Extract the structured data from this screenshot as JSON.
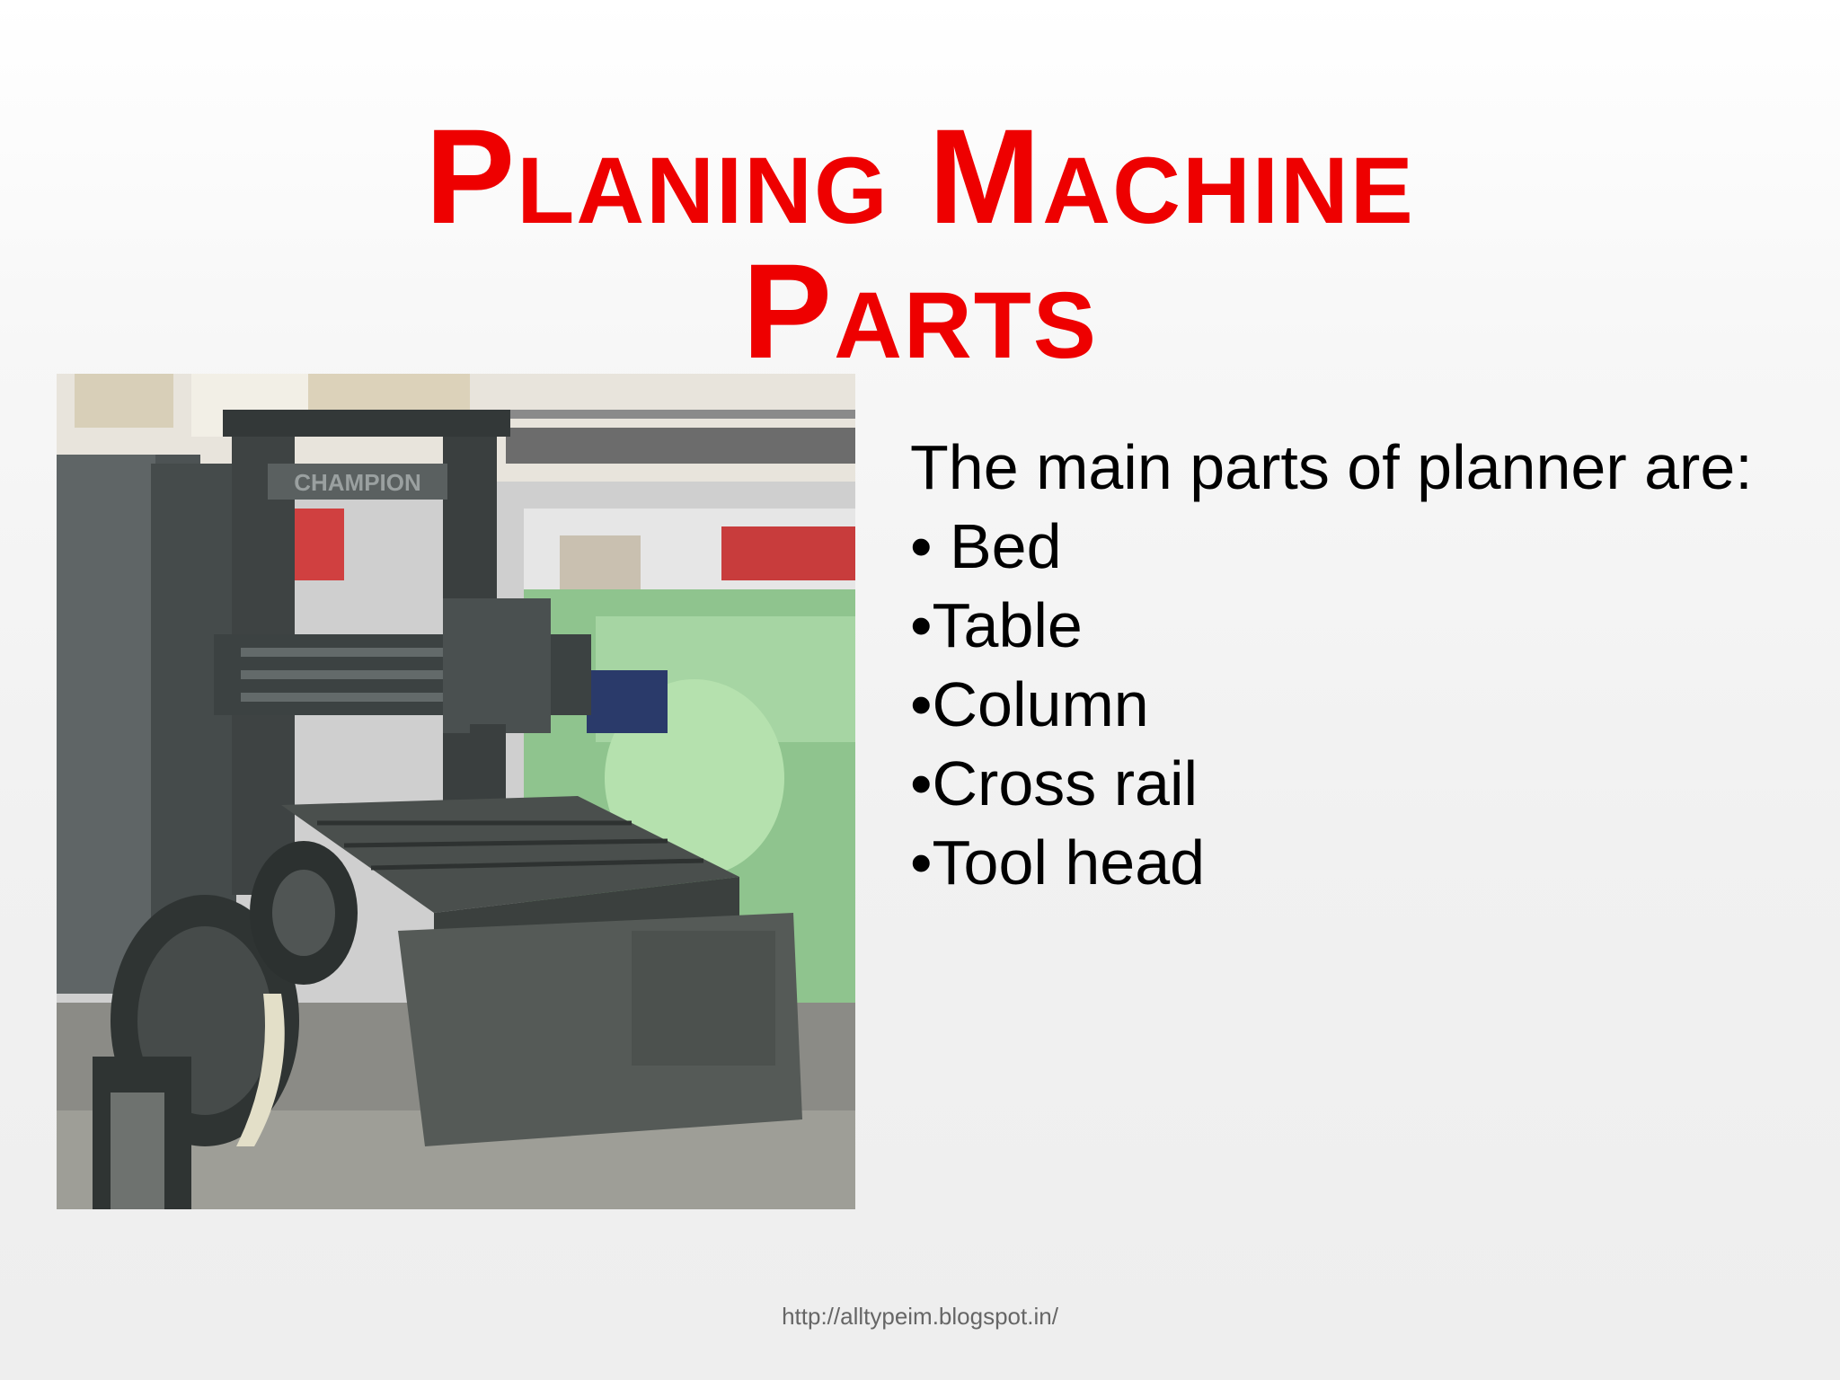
{
  "title": {
    "line1": "Planing Machine",
    "line2": "Parts"
  },
  "photo": {
    "nameplate": "CHAMPION"
  },
  "content": {
    "intro": "The main parts of planner are:",
    "items": [
      "• Bed",
      "•Table",
      "•Column",
      "•Cross rail",
      "•Tool head"
    ]
  },
  "footer": {
    "url": "http://alltypeim.blogspot.in/"
  },
  "colors": {
    "title": "#ee0000",
    "text": "#000000",
    "footer": "#666666"
  }
}
